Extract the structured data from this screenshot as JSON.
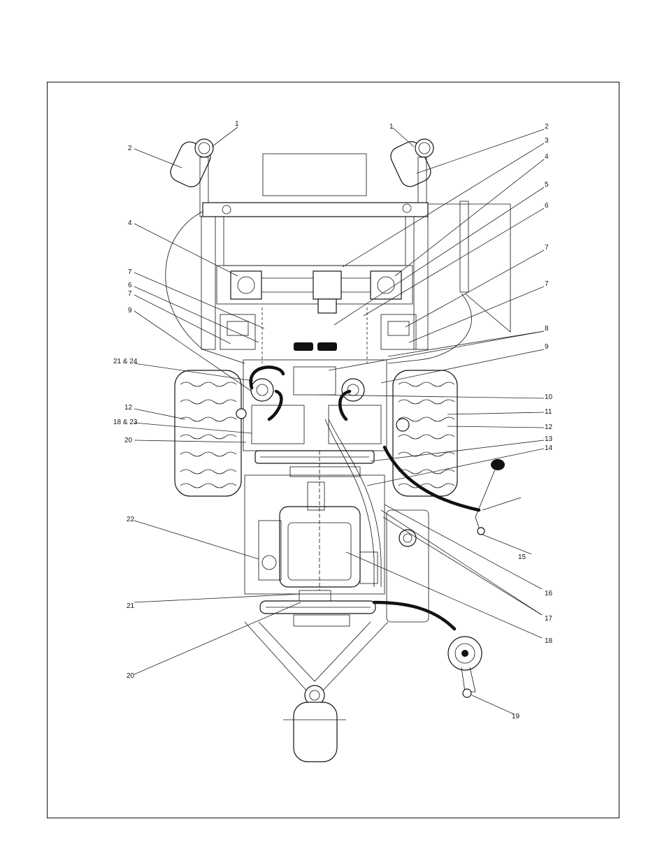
{
  "diagram": {
    "callouts": [
      {
        "id": "c-1-left",
        "text": "1"
      },
      {
        "id": "c-2-left",
        "text": "2"
      },
      {
        "id": "c-1-right",
        "text": "1"
      },
      {
        "id": "c-2-right",
        "text": "2"
      },
      {
        "id": "c-3",
        "text": "3"
      },
      {
        "id": "c-4-right",
        "text": "4"
      },
      {
        "id": "c-5",
        "text": "5"
      },
      {
        "id": "c-6-right",
        "text": "6"
      },
      {
        "id": "c-4-left",
        "text": "4"
      },
      {
        "id": "c-7-left-a",
        "text": "7"
      },
      {
        "id": "c-6-left",
        "text": "6"
      },
      {
        "id": "c-7-left-b",
        "text": "7"
      },
      {
        "id": "c-7-right-a",
        "text": "7"
      },
      {
        "id": "c-7-right-b",
        "text": "7"
      },
      {
        "id": "c-9-left",
        "text": "9"
      },
      {
        "id": "c-8",
        "text": "8"
      },
      {
        "id": "c-9-right",
        "text": "9"
      },
      {
        "id": "c-21-24",
        "text": "21 & 24"
      },
      {
        "id": "c-10",
        "text": "10"
      },
      {
        "id": "c-12-left",
        "text": "12"
      },
      {
        "id": "c-11",
        "text": "11"
      },
      {
        "id": "c-18-23",
        "text": "18 & 23"
      },
      {
        "id": "c-12-right",
        "text": "12"
      },
      {
        "id": "c-20-upper",
        "text": "20"
      },
      {
        "id": "c-13",
        "text": "13"
      },
      {
        "id": "c-14",
        "text": "14"
      },
      {
        "id": "c-22",
        "text": "22"
      },
      {
        "id": "c-15",
        "text": "15"
      },
      {
        "id": "c-16",
        "text": "16"
      },
      {
        "id": "c-21",
        "text": "21"
      },
      {
        "id": "c-17",
        "text": "17"
      },
      {
        "id": "c-18",
        "text": "18"
      },
      {
        "id": "c-20-lower",
        "text": "20"
      },
      {
        "id": "c-19",
        "text": "19"
      }
    ]
  }
}
